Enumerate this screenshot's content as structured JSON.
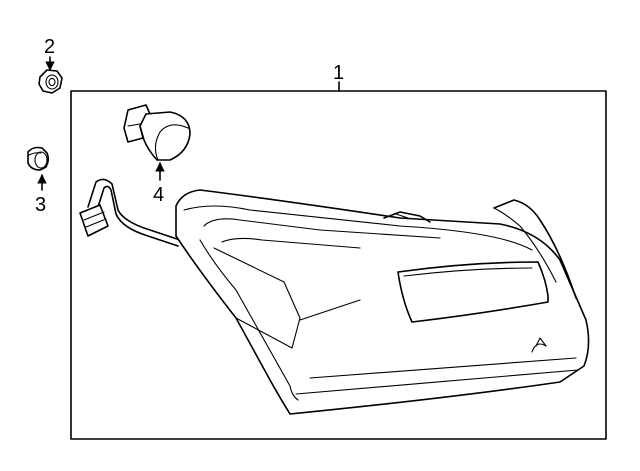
{
  "diagram": {
    "callouts": {
      "assembly": "1",
      "nut": "2",
      "grommet": "3",
      "bulb": "4"
    }
  }
}
